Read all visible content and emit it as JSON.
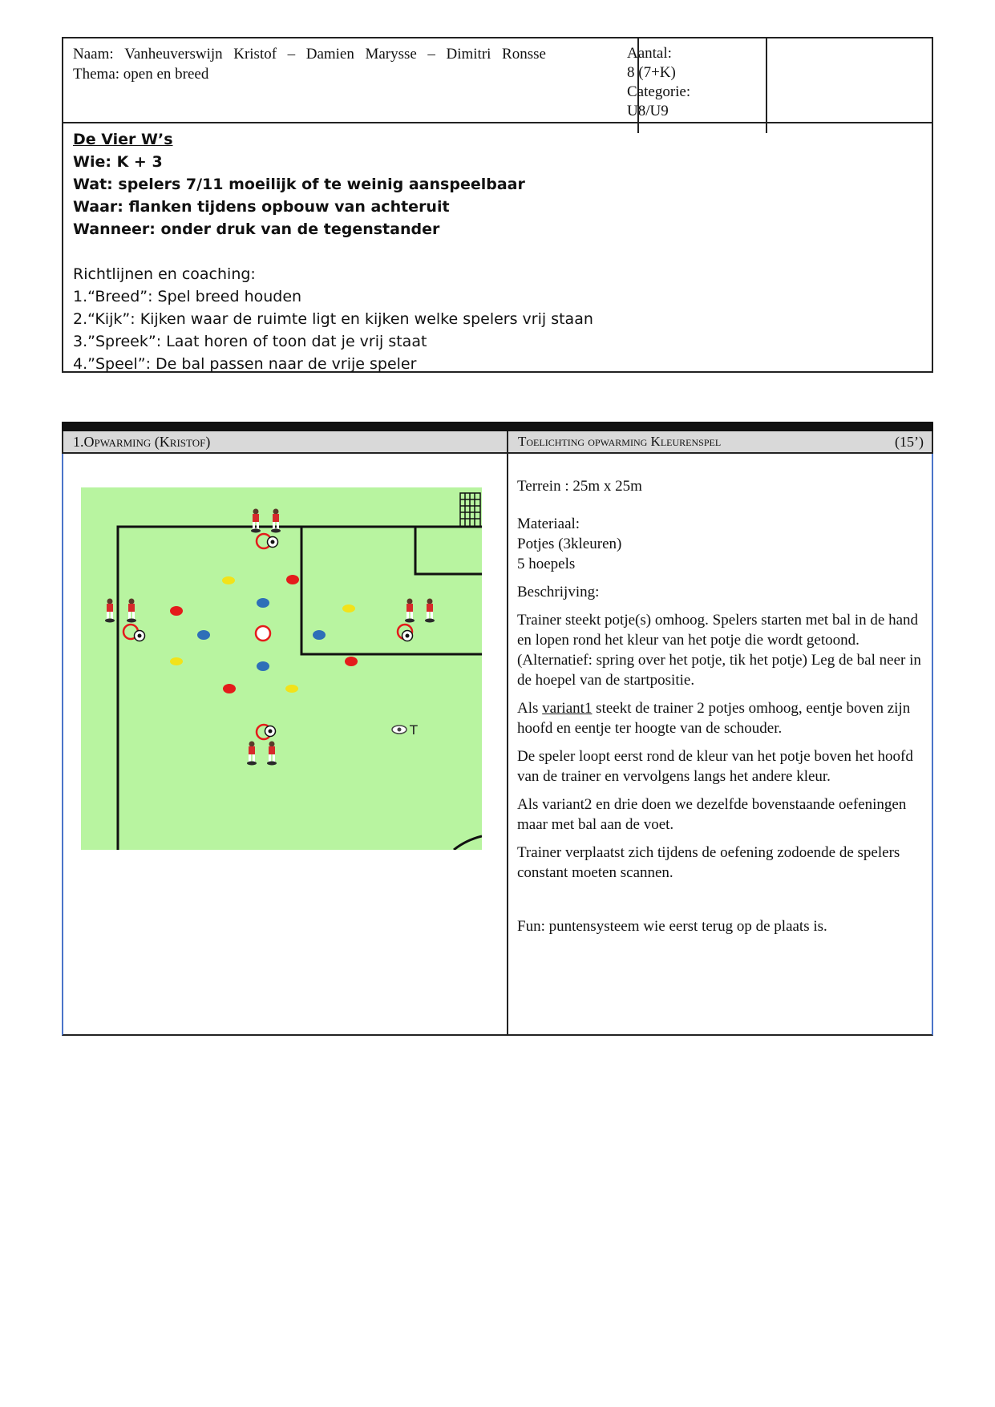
{
  "header": {
    "naam_label": "Naam:",
    "naam_names": [
      "Vanheuverswijn",
      "Kristof",
      "–",
      "Damien",
      "Marysse",
      "–",
      "Dimitri",
      "Ronsse"
    ],
    "thema": "Thema: open en breed",
    "aantal_label": "Aantal:",
    "aantal_value": "8 (7+K)",
    "categorie_label": "Categorie:",
    "categorie_value": "U8/U9"
  },
  "vier_ws": {
    "title": "De Vier W’s",
    "wie": "Wie: K + 3",
    "wat": "Wat: spelers 7/11 moeilijk of te weinig aanspeelbaar",
    "waar": "Waar: flanken tijdens opbouw van achteruit",
    "wanneer": "Wanneer: onder druk van de tegenstander"
  },
  "coaching": {
    "title": "Richtlijnen en coaching:",
    "items": [
      "1.“Breed”: Spel breed houden",
      "2.“Kijk”: Kijken waar de ruimte ligt en kijken welke spelers vrij staan",
      "3.”Spreek”: Laat horen of toon dat je vrij staat",
      "4.”Speel”:  De bal passen naar de vrije speler"
    ]
  },
  "warmup": {
    "left_header": "1.Opwarming (Kristof)",
    "right_header": "Toelichting opwarming Kleurenspel",
    "duration": "(15’)",
    "diagram_trainer_label": "T",
    "terrein": "Terrein : 25m x 25m",
    "materiaal_label": "Materiaal:",
    "materiaal_items": [
      "Potjes (3kleuren)",
      "5 hoepels"
    ],
    "beschrijving_label": "Beschrijving:",
    "paragraph1": "Trainer steekt potje(s) omhoog. Spelers starten met bal in de hand en lopen rond het kleur van het potje die wordt getoond. (Alternatief: spring over het potje, tik het potje) Leg de bal neer in de hoepel van de startpositie.",
    "paragraph2_pre": "Als ",
    "paragraph2_link": "variant1",
    "paragraph2_post": " steekt de trainer 2 potjes omhoog, eentje boven zijn hoofd en eentje ter hoogte van de schouder.",
    "paragraph3": "De speler loopt eerst rond de kleur van het potje boven het hoofd van de trainer en vervolgens langs het andere kleur.",
    "paragraph4": "Als variant2 en drie doen we dezelfde bovenstaande oefeningen maar met bal aan de voet.",
    "paragraph5": "Trainer verplaatst zich tijdens de oefening zodoende de spelers constant moeten scannen.",
    "fun": "Fun: puntensysteem wie eerst terug op de plaats is."
  },
  "colors": {
    "pitch": "#b8f4a0",
    "cone_red": "#e41b1b",
    "cone_blue": "#2e6fb8",
    "cone_yellow": "#f2e21a",
    "player_shirt": "#d62a2a"
  }
}
